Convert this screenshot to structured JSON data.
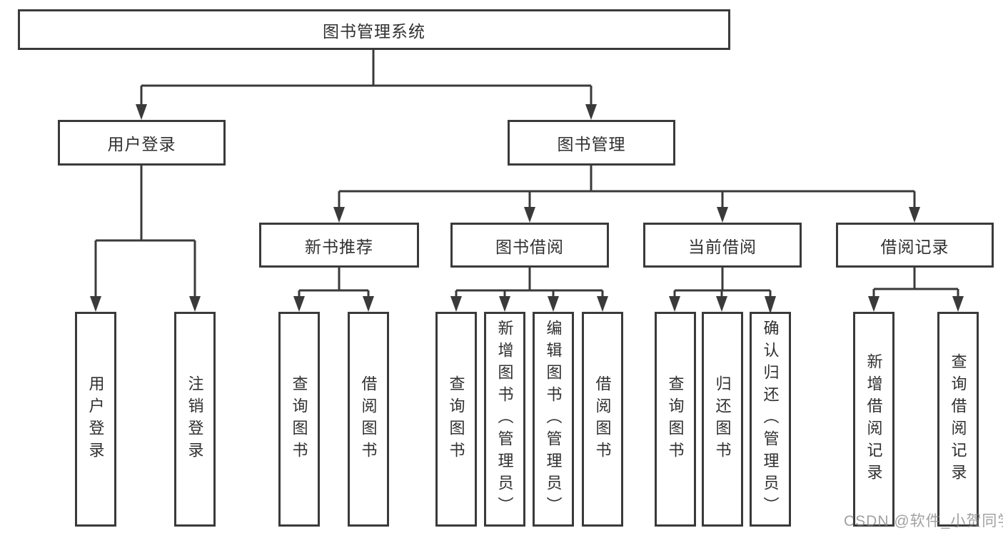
{
  "root": {
    "label": "图书管理系统"
  },
  "user_login": {
    "label": "用户登录",
    "children": [
      "用户登录",
      "注销登录"
    ]
  },
  "book_mgmt": {
    "label": "图书管理",
    "sections": [
      {
        "label": "新书推荐",
        "children": [
          "查询图书",
          "借阅图书"
        ]
      },
      {
        "label": "图书借阅",
        "children": [
          "查询图书",
          "新增图书（管理员）",
          "编辑图书（管理员）",
          "借阅图书"
        ]
      },
      {
        "label": "当前借阅",
        "children": [
          "查询图书",
          "归还图书",
          "确认归还（管理员）"
        ]
      },
      {
        "label": "借阅记录",
        "children": [
          "新增借阅记录",
          "查询借阅记录"
        ]
      }
    ]
  },
  "watermark": "CSDN @软件_小贺同学",
  "colors": {
    "line": "#3a3a3a",
    "border": "#3a3a3a",
    "text": "#303030",
    "background": "#ffffff",
    "watermark": "#828282"
  }
}
